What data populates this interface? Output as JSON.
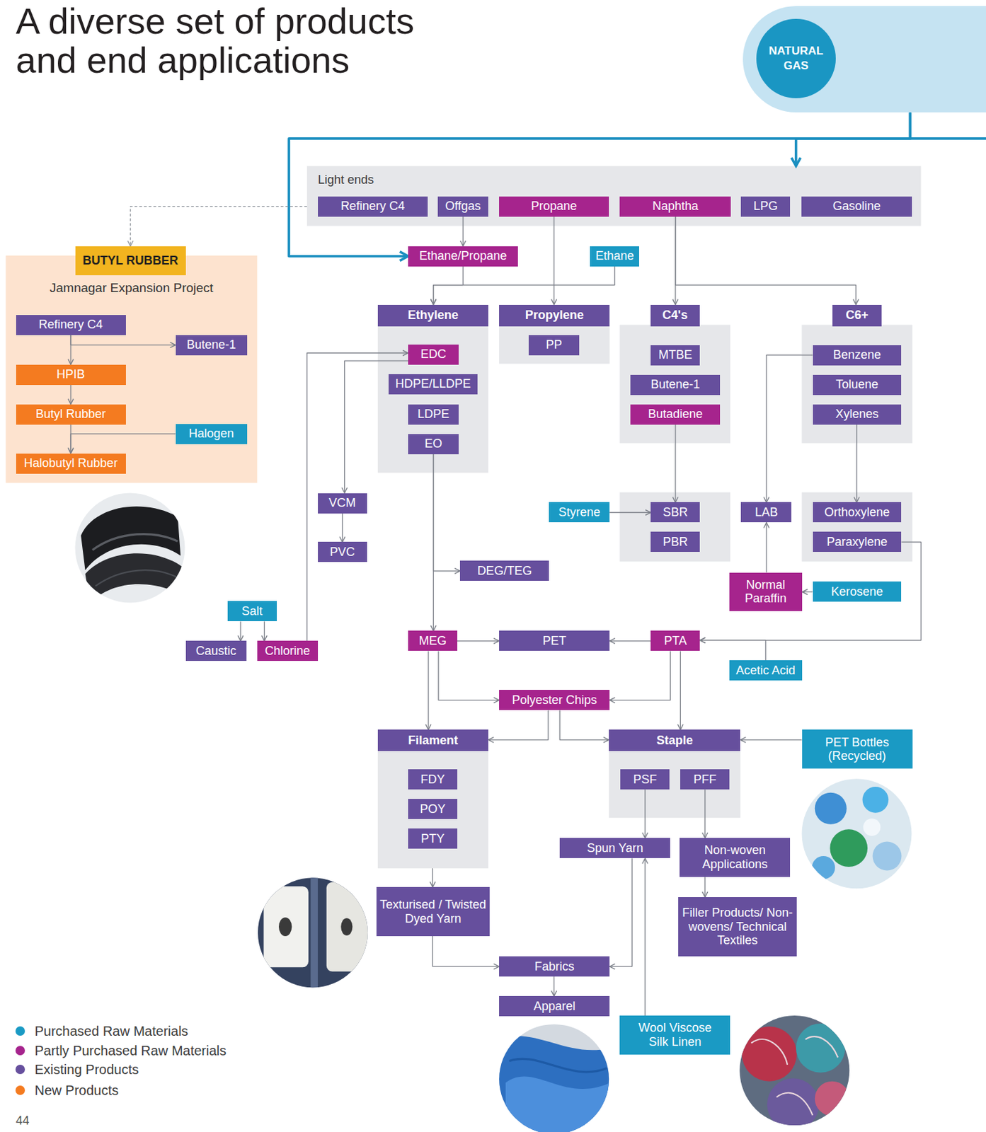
{
  "diagram": {
    "title": "A diverse set of products and end applications",
    "nodes": [
      {
        "text": [
          "NATURAL GAS"
        ]
      },
      {
        "text": [
          "Light ends"
        ]
      },
      {
        "text": [
          "Refinery C4"
        ],
        "in": 1
      },
      {
        "text": [
          "Offgas"
        ],
        "in": 1
      },
      {
        "text": [
          "Propane"
        ],
        "in": 1
      },
      {
        "text": [
          "Naphtha"
        ],
        "in": 1
      },
      {
        "text": [
          "LPG"
        ],
        "in": 1
      },
      {
        "text": [
          "Gasoline"
        ],
        "in": 1
      },
      {
        "text": [
          "BUTYL RUBBER"
        ]
      },
      {
        "text": [
          "Jamnagar Expansion Project"
        ]
      },
      {
        "text": [
          "Refinery C4"
        ],
        "in": 9
      },
      {
        "text": [
          "Butene-1"
        ],
        "in": 9
      },
      {
        "text": [
          "HPIB"
        ],
        "in": 9
      },
      {
        "text": [
          "Butyl Rubber"
        ],
        "in": 9
      },
      {
        "text": [
          "Halogen"
        ],
        "in": 9
      },
      {
        "text": [
          "Halobutyl Rubber"
        ],
        "in": 9
      },
      {
        "text": [
          "Ethane/Propane"
        ]
      },
      {
        "text": [
          "Ethane"
        ]
      },
      {
        "text": [
          "Ethylene"
        ]
      },
      {
        "text": [
          "EDC"
        ],
        "in": 18
      },
      {
        "text": [
          "HDPE/LLDPE"
        ],
        "in": 18
      },
      {
        "text": [
          "LDPE"
        ],
        "in": 18
      },
      {
        "text": [
          "EO"
        ],
        "in": 18
      },
      {
        "text": [
          "Propylene"
        ]
      },
      {
        "text": [
          "PP"
        ],
        "in": 23
      },
      {
        "text": [
          "C4's"
        ]
      },
      {
        "text": [
          "MTBE"
        ],
        "in": 25
      },
      {
        "text": [
          "Butene-1"
        ],
        "in": 25
      },
      {
        "text": [
          "Butadiene"
        ],
        "in": 25
      },
      {
        "text": [
          "C6+"
        ]
      },
      {
        "text": [
          "Benzene"
        ],
        "in": 29
      },
      {
        "text": [
          "Toluene"
        ],
        "in": 29
      },
      {
        "text": [
          "Xylenes"
        ],
        "in": 29
      },
      {
        "text": [
          "VCM"
        ]
      },
      {
        "text": [
          "PVC"
        ]
      },
      {
        "text": [
          "Styrene"
        ]
      },
      {
        "text": [
          "SBR"
        ]
      },
      {
        "text": [
          "PBR"
        ]
      },
      {
        "text": [
          "LAB"
        ]
      },
      {
        "text": [
          "Orthoxylene"
        ]
      },
      {
        "text": [
          "Paraxylene"
        ]
      },
      {
        "text": [
          "Normal Paraffin"
        ]
      },
      {
        "text": [
          "Kerosene"
        ]
      },
      {
        "text": [
          "DEG/TEG"
        ]
      },
      {
        "text": [
          "Salt"
        ]
      },
      {
        "text": [
          "Caustic"
        ]
      },
      {
        "text": [
          "Chlorine"
        ]
      },
      {
        "text": [
          "MEG"
        ]
      },
      {
        "text": [
          "PET"
        ]
      },
      {
        "text": [
          "PTA"
        ]
      },
      {
        "text": [
          "Acetic Acid"
        ]
      },
      {
        "text": [
          "Polyester Chips"
        ]
      },
      {
        "text": [
          "Filament"
        ]
      },
      {
        "text": [
          "FDY"
        ],
        "in": 52
      },
      {
        "text": [
          "POY"
        ],
        "in": 52
      },
      {
        "text": [
          "PTY"
        ],
        "in": 52
      },
      {
        "text": [
          "Staple"
        ]
      },
      {
        "text": [
          "PSF"
        ],
        "in": 56
      },
      {
        "text": [
          "PFF"
        ],
        "in": 56
      },
      {
        "text": [
          "PET Bottles (Recycled)"
        ]
      },
      {
        "text": [
          "Spun Yarn"
        ]
      },
      {
        "text": [
          "Non-woven Applications"
        ]
      },
      {
        "text": [
          "Texturised / Twisted Dyed Yarn"
        ]
      },
      {
        "text": [
          "Filler Products/ Non-wovens/ Technical Textiles"
        ]
      },
      {
        "text": [
          "Fabrics"
        ]
      },
      {
        "text": [
          "Apparel"
        ]
      },
      {
        "text": [
          "Wool Viscose Silk Linen"
        ]
      }
    ],
    "edges": [
      {
        "from": 0,
        "to": 1,
        "arrow": "to"
      },
      {
        "from": 0,
        "to": 16,
        "arrow": "to"
      },
      {
        "from": 1,
        "to": 8,
        "arrow": "to"
      },
      {
        "from": 10,
        "to": 12,
        "arrow": "to"
      },
      {
        "from": 10,
        "to": 11,
        "arrow": "to"
      },
      {
        "from": 12,
        "to": 13,
        "arrow": "to"
      },
      {
        "from": 13,
        "to": 15,
        "arrow": "to"
      },
      {
        "from": 14,
        "to": 15,
        "arrow": "to"
      },
      {
        "from": 3,
        "to": 16,
        "arrow": "to"
      },
      {
        "from": 16,
        "to": 18,
        "arrow": "to"
      },
      {
        "from": 17,
        "to": 18,
        "arrow": "to"
      },
      {
        "from": 4,
        "to": 23,
        "arrow": "to"
      },
      {
        "from": 5,
        "to": 25,
        "arrow": "to"
      },
      {
        "from": 5,
        "to": 29,
        "arrow": "to"
      },
      {
        "from": 46,
        "to": 19,
        "arrow": "to"
      },
      {
        "from": 19,
        "to": 33,
        "arrow": "to"
      },
      {
        "from": 33,
        "to": 34,
        "arrow": "to"
      },
      {
        "from": 22,
        "to": 47,
        "arrow": "to"
      },
      {
        "from": 22,
        "to": 43,
        "arrow": "to"
      },
      {
        "from": 28,
        "to": 36,
        "arrow": "to"
      },
      {
        "from": 35,
        "to": 36,
        "arrow": "to"
      },
      {
        "from": 30,
        "to": 38,
        "arrow": "to"
      },
      {
        "from": 41,
        "to": 38,
        "arrow": "to"
      },
      {
        "from": 42,
        "to": 41,
        "arrow": "to"
      },
      {
        "from": 32,
        "to": 39,
        "arrow": "to"
      },
      {
        "from": 40,
        "to": 49,
        "arrow": "to"
      },
      {
        "from": 50,
        "to": 49,
        "arrow": "to"
      },
      {
        "from": 44,
        "to": 45,
        "arrow": "to"
      },
      {
        "from": 44,
        "to": 46,
        "arrow": "to"
      },
      {
        "from": 47,
        "to": 48,
        "arrow": "to"
      },
      {
        "from": 49,
        "to": 48,
        "arrow": "to"
      },
      {
        "from": 47,
        "to": 51,
        "arrow": "to"
      },
      {
        "from": 49,
        "to": 51,
        "arrow": "to"
      },
      {
        "from": 47,
        "to": 52,
        "arrow": "to"
      },
      {
        "from": 49,
        "to": 56,
        "arrow": "to"
      },
      {
        "from": 51,
        "to": 52,
        "arrow": "to"
      },
      {
        "from": 51,
        "to": 56,
        "arrow": "to"
      },
      {
        "from": 59,
        "to": 56,
        "arrow": "to"
      },
      {
        "from": 57,
        "to": 60,
        "arrow": "to"
      },
      {
        "from": 58,
        "to": 61,
        "arrow": "to"
      },
      {
        "from": 61,
        "to": 63,
        "arrow": "to"
      },
      {
        "from": 52,
        "to": 62,
        "arrow": "to"
      },
      {
        "from": 62,
        "to": 64,
        "arrow": "to"
      },
      {
        "from": 60,
        "to": 64,
        "arrow": "to"
      },
      {
        "from": 64,
        "to": 65,
        "arrow": "to"
      },
      {
        "from": 66,
        "to": 60,
        "arrow": "to"
      }
    ],
    "labels": [
      "44"
    ],
    "legend": [
      {
        "text": "Purchased Raw Materials",
        "color": "#1a9ac4"
      },
      {
        "text": "Partly Purchased Raw Materials",
        "color": "#a6248d"
      },
      {
        "text": "Existing Products",
        "color": "#664f9d"
      },
      {
        "text": "New Products",
        "color": "#f47b20"
      }
    ]
  }
}
